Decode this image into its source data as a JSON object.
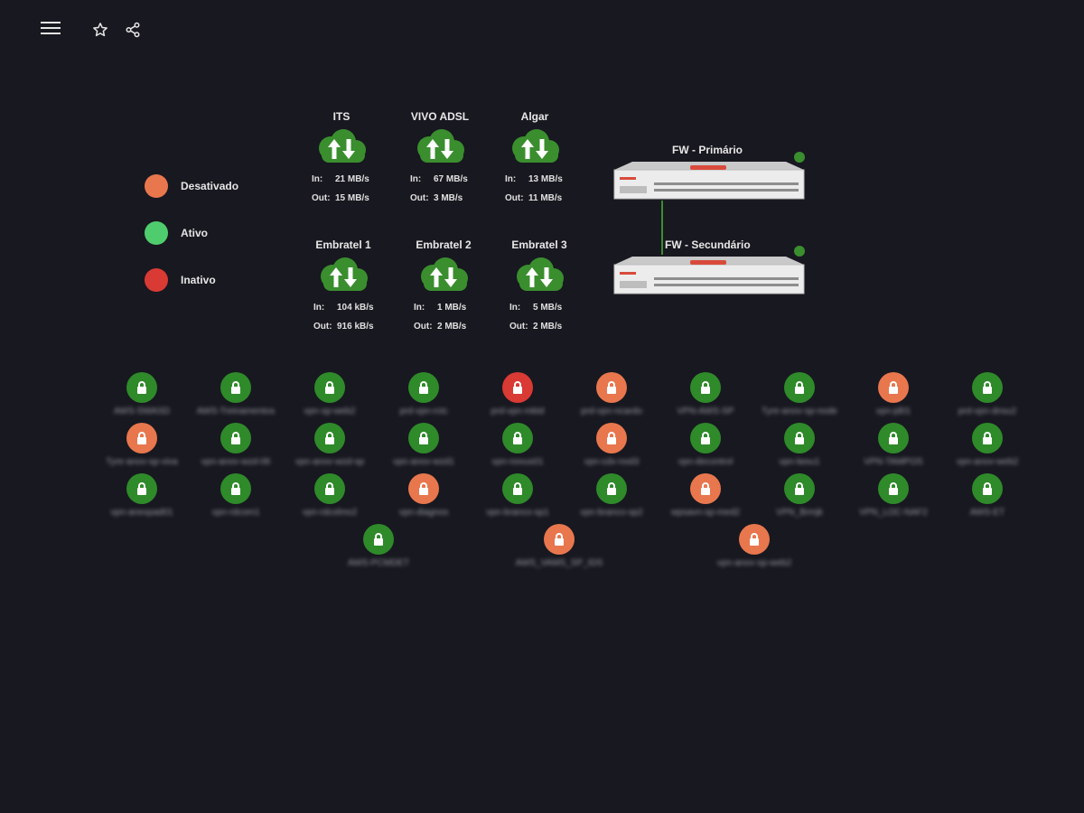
{
  "topbar": {
    "menu_icon": "hamburger-menu-icon",
    "star_icon": "star-icon",
    "share_icon": "share-icon"
  },
  "legend": [
    {
      "label": "Desativado",
      "color": "#e8774d"
    },
    {
      "label": "Ativo",
      "color": "#4fcd6e"
    },
    {
      "label": "Inativo",
      "color": "#d93a34"
    }
  ],
  "links": [
    {
      "name": "ITS",
      "in_label": "In:",
      "in": "21 MB/s",
      "out_label": "Out:",
      "out": "15 MB/s"
    },
    {
      "name": "VIVO ADSL",
      "in_label": "In:",
      "in": "67 MB/s",
      "out_label": "Out:",
      "out": "3 MB/s"
    },
    {
      "name": "Algar",
      "in_label": "In:",
      "in": "13 MB/s",
      "out_label": "Out:",
      "out": "11 MB/s"
    },
    {
      "name": "Embratel 1",
      "in_label": "In:",
      "in": "104 kB/s",
      "out_label": "Out:",
      "out": "916 kB/s"
    },
    {
      "name": "Embratel 2",
      "in_label": "In:",
      "in": "1 MB/s",
      "out_label": "Out:",
      "out": "2 MB/s"
    },
    {
      "name": "Embratel 3",
      "in_label": "In:",
      "in": "5 MB/s",
      "out_label": "Out:",
      "out": "2 MB/s"
    }
  ],
  "firewalls": [
    {
      "name": "FW - Primário",
      "status_color": "#3a8e2e"
    },
    {
      "name": "FW - Secundário",
      "status_color": "#3a8e2e"
    }
  ],
  "status_colors": {
    "green": "#2f8a2a",
    "orange": "#e8774d",
    "red": "#d93a34"
  },
  "vpn_rows": [
    [
      {
        "label": "AWS-SWASD",
        "status": "green"
      },
      {
        "label": "AWS-Treinamentos",
        "status": "green"
      },
      {
        "label": "vpn-sp-web2",
        "status": "green"
      },
      {
        "label": "prd-vpn-rctc",
        "status": "green"
      },
      {
        "label": "prd-vpn-mktd",
        "status": "red"
      },
      {
        "label": "prd-vpn-ncardo",
        "status": "orange"
      },
      {
        "label": "VPN-AWS-SP",
        "status": "green"
      },
      {
        "label": "Tyre-anov-sp-node",
        "status": "green"
      },
      {
        "label": "vpn-jd01",
        "status": "orange"
      },
      {
        "label": "prd-vpn-dnsu2",
        "status": "green"
      }
    ],
    [
      {
        "label": "Tyre-anov-sp-viva",
        "status": "orange"
      },
      {
        "label": "vpn-anov-wzd-06",
        "status": "green"
      },
      {
        "label": "vpn-anov-wzd-sp",
        "status": "green"
      },
      {
        "label": "vpn-anov-wzd1",
        "status": "green"
      },
      {
        "label": "vpn-novus01",
        "status": "green"
      },
      {
        "label": "vpn-cdv-nod3",
        "status": "orange"
      },
      {
        "label": "vpn-decontrol",
        "status": "green"
      },
      {
        "label": "vpn-lwsu1",
        "status": "green"
      },
      {
        "label": "VPN-TAMPOS",
        "status": "green"
      },
      {
        "label": "vpn-anov-web2",
        "status": "green"
      }
    ],
    [
      {
        "label": "vpn-anexpad01",
        "status": "green"
      },
      {
        "label": "vpn-rdcom1",
        "status": "green"
      },
      {
        "label": "vpn-rdcolmo2",
        "status": "green"
      },
      {
        "label": "vpn-diagnos",
        "status": "orange"
      },
      {
        "label": "vpn-branco-sp1",
        "status": "green"
      },
      {
        "label": "vpn-branco-sp2",
        "status": "green"
      },
      {
        "label": "wpsavn-sp-med2",
        "status": "orange"
      },
      {
        "label": "VPN_Brmjk",
        "status": "green"
      },
      {
        "label": "VPN_LOC-NAF2",
        "status": "green"
      },
      {
        "label": "AWS-ET",
        "status": "green"
      }
    ],
    [
      {
        "label": "AWS-PCMDET",
        "status": "green"
      },
      {
        "label": "AWS_VAMS_SP_IDS",
        "status": "orange"
      },
      {
        "label": "vpn-anov-sp-web2",
        "status": "orange"
      }
    ]
  ]
}
